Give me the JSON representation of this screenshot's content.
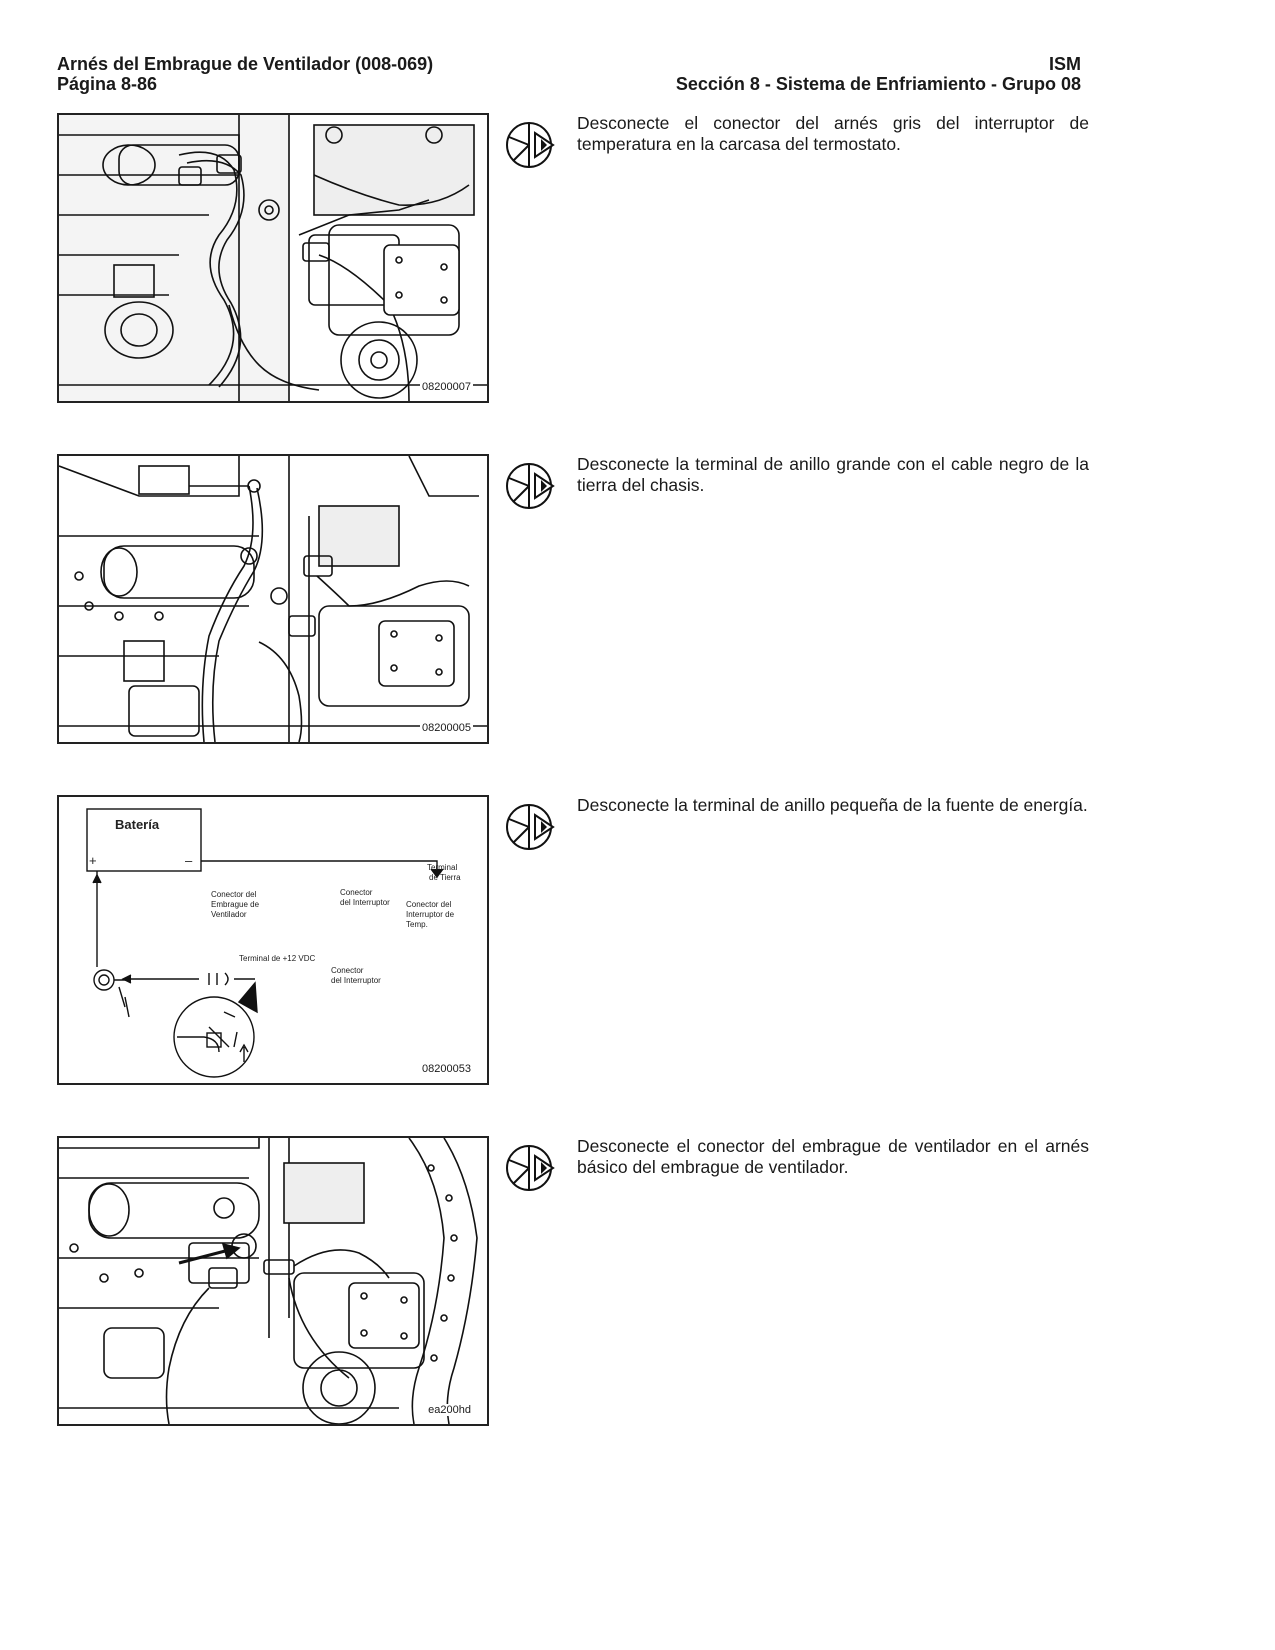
{
  "header": {
    "left_line1": "Arnés del Embrague de Ventilador (008-069)",
    "left_line2": "Página 8-86",
    "right_line1": "ISM",
    "right_line2": "Sección 8 - Sistema de Enfriamiento - Grupo 08"
  },
  "steps": [
    {
      "text": "Desconecte el conector del arnés gris del interruptor de temperatura en la carcasa del termostato.",
      "figure_code": "08200007",
      "icon": "disconnect-icon"
    },
    {
      "text": "Desconecte la terminal de anillo grande con el cable negro de la tierra del chasis.",
      "figure_code": "08200005",
      "icon": "disconnect-icon"
    },
    {
      "text": "Desconecte la terminal de anillo pequeña de la fuente de energía.",
      "figure_code": "08200053",
      "icon": "disconnect-icon",
      "diagram": {
        "battery_label": "Batería",
        "plus": "+",
        "minus": "–",
        "ground_terminal": [
          "Terminal",
          "de Tierra"
        ],
        "fan_clutch_connector": [
          "Conector del",
          "Embrague de",
          "Ventilador"
        ],
        "switch_connector_1": [
          "Conector",
          "del Interruptor"
        ],
        "temp_switch_connector": [
          "Conector del",
          "Interruptor de",
          "Temp."
        ],
        "terminal_12v": "Terminal de +12 VDC",
        "switch_connector_2": [
          "Conector",
          "del Interruptor"
        ]
      }
    },
    {
      "text": "Desconecte el conector del embrague de ventilador en el arnés básico del embrague de ventilador.",
      "figure_code": "ea200hd",
      "icon": "disconnect-icon"
    }
  ]
}
